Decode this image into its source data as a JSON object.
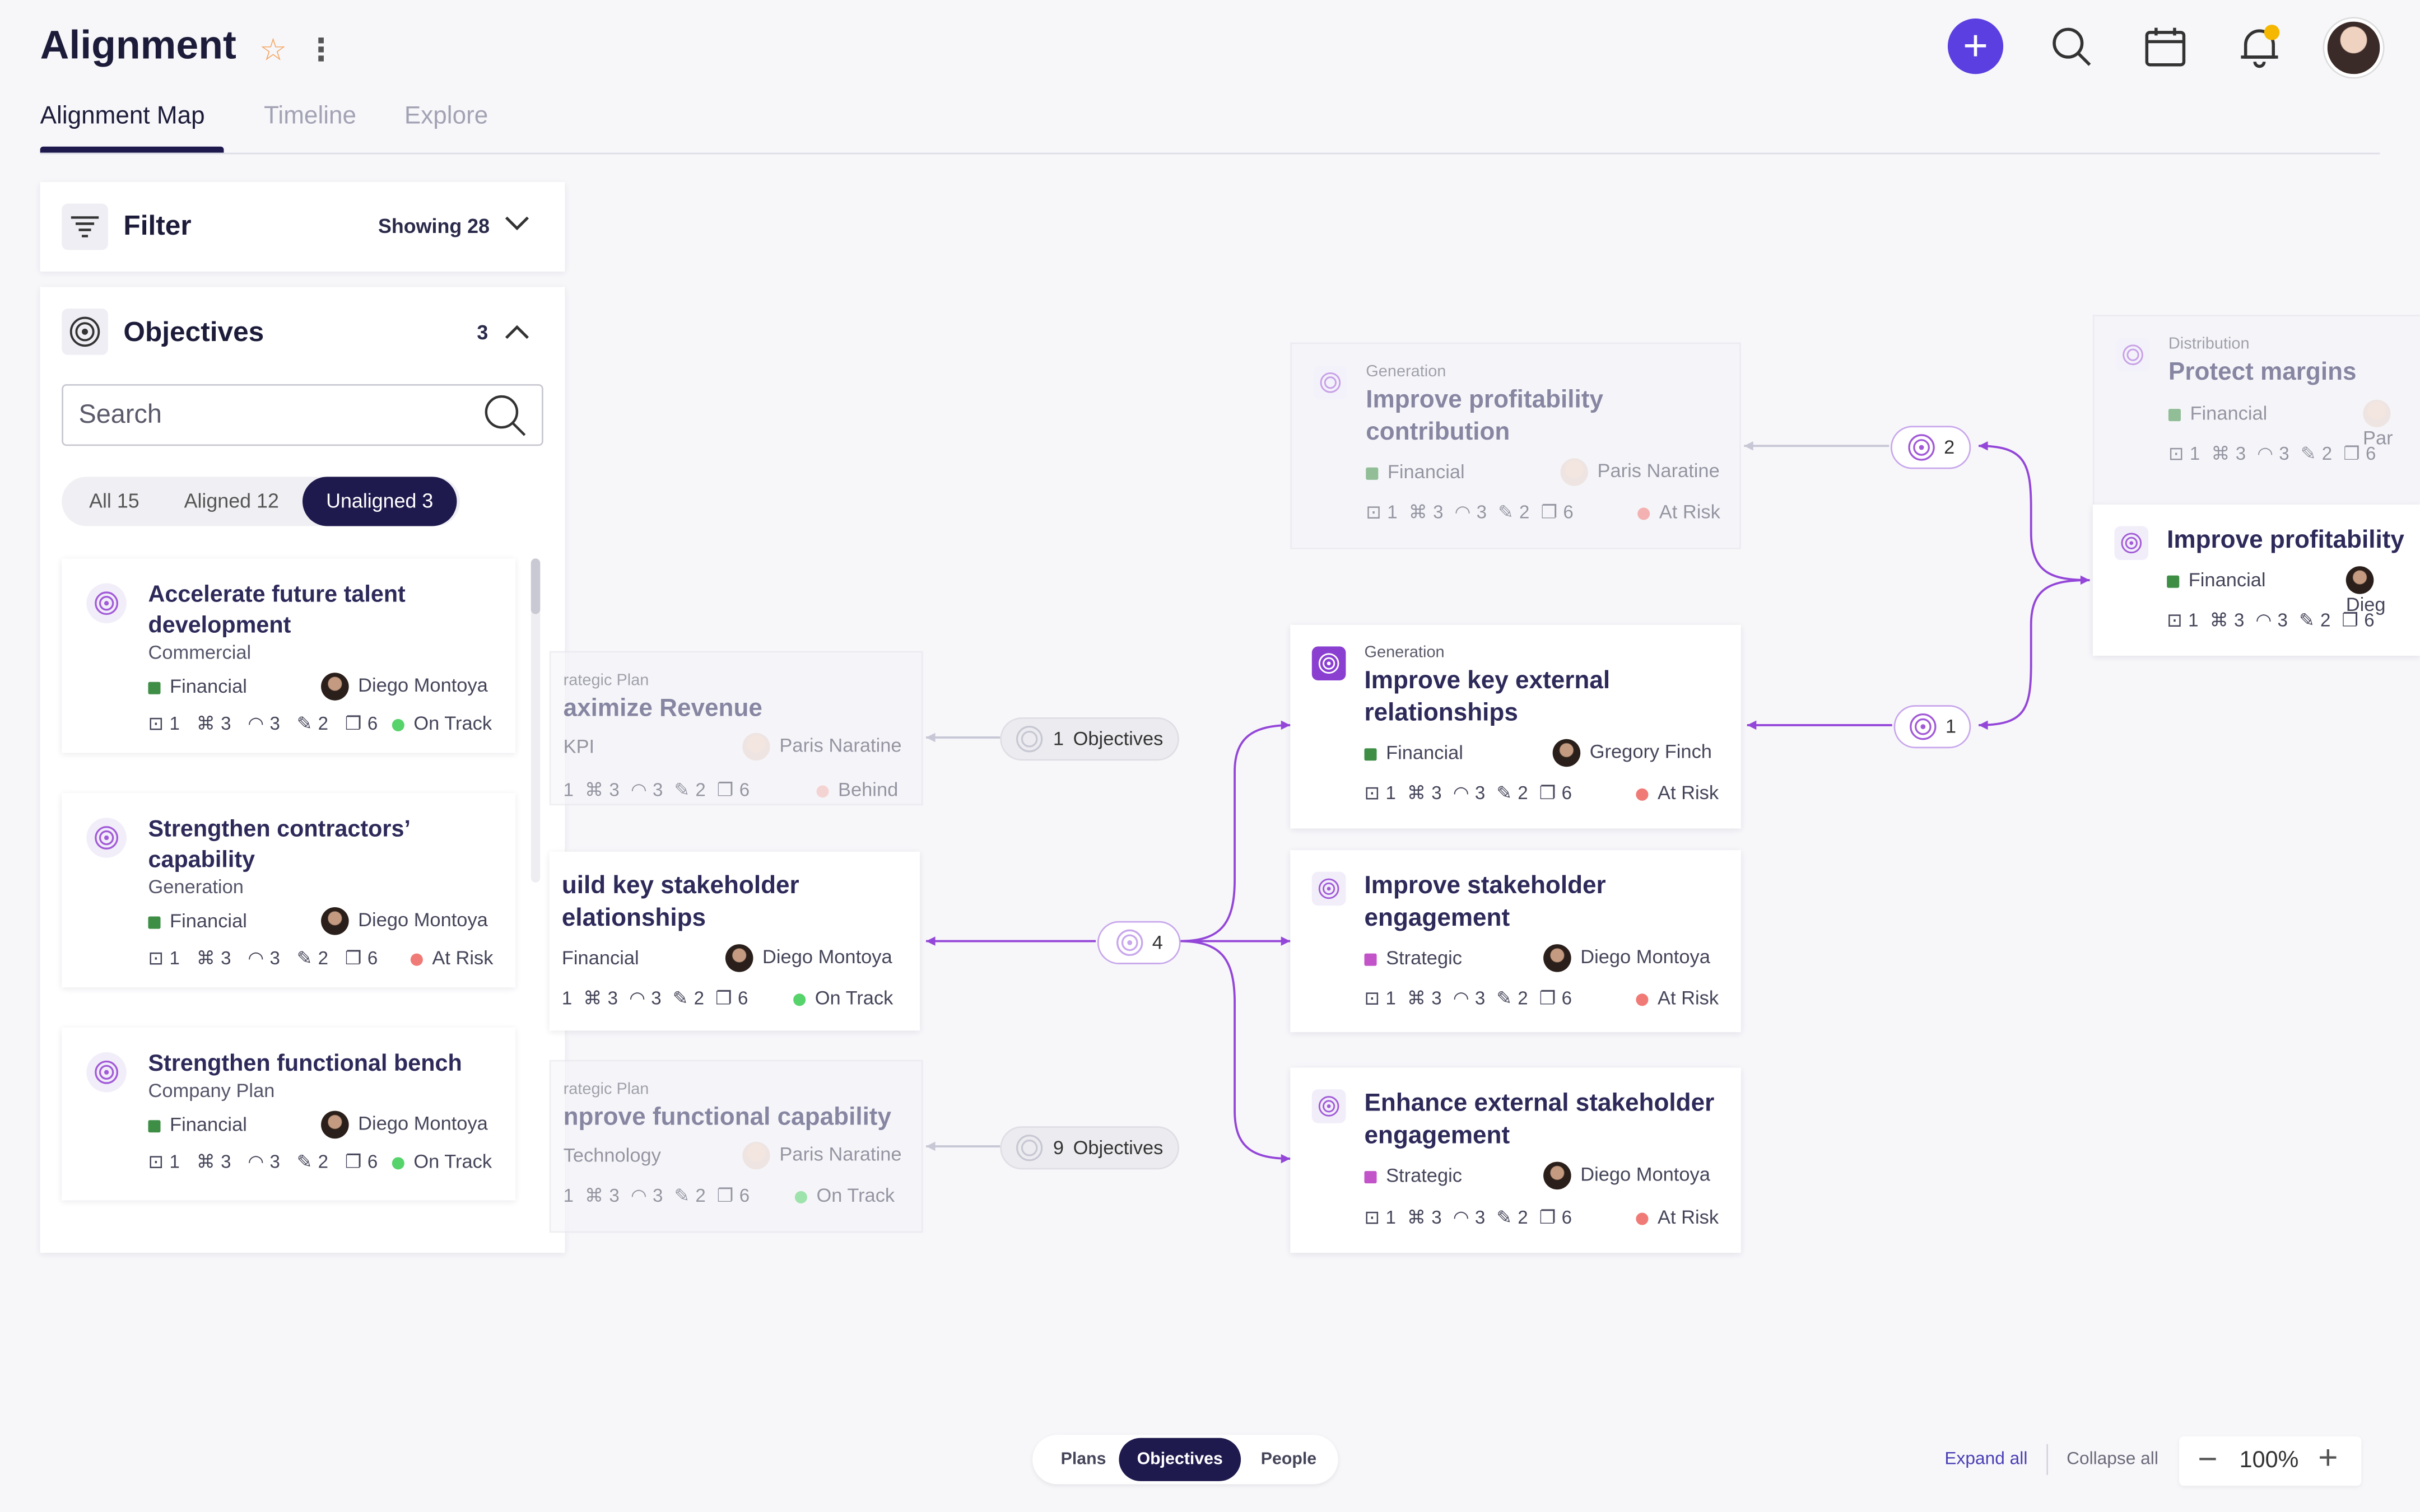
{
  "header": {
    "title": "Alignment",
    "tabs": [
      {
        "label": "Alignment Map"
      },
      {
        "label": "Timeline"
      },
      {
        "label": "Explore"
      }
    ],
    "accent": "#5b3fe0",
    "notification_color": "#f5b700"
  },
  "filter": {
    "label": "Filter",
    "showing": "Showing 28"
  },
  "objectives_panel": {
    "title": "Objectives",
    "count": "3",
    "search_placeholder": "Search",
    "segments": [
      {
        "label": "All 15"
      },
      {
        "label": "Aligned 12"
      },
      {
        "label": "Unaligned 3"
      }
    ],
    "items": [
      {
        "title": "Accelerate future talent development",
        "subtitle": "Commercial",
        "category": "Financial",
        "owner": "Diego Montoya",
        "counts": [
          "1",
          "3",
          "3",
          "2",
          "6"
        ],
        "status": "On Track"
      },
      {
        "title": "Strengthen contractors’ capability",
        "subtitle": "Generation",
        "category": "Financial",
        "owner": "Diego Montoya",
        "counts": [
          "1",
          "3",
          "3",
          "2",
          "6"
        ],
        "status": "At Risk"
      },
      {
        "title": "Strengthen functional bench",
        "subtitle": "Company Plan",
        "category": "Financial",
        "owner": "Diego Montoya",
        "counts": [
          "1",
          "3",
          "3",
          "2",
          "6"
        ],
        "status": "On Track"
      }
    ]
  },
  "map": {
    "cards": [
      {
        "pre": "Generation",
        "title": "Improve profitability contribution",
        "category": "Financial",
        "owner": "Paris Naratine",
        "counts": [
          "1",
          "3",
          "3",
          "2",
          "6"
        ],
        "status": "At Risk"
      },
      {
        "pre": "Distribution",
        "title": "Protect margins",
        "category": "Financial",
        "owner": "Par",
        "counts": [
          "1",
          "3",
          "3",
          "2",
          "6"
        ],
        "status": ""
      },
      {
        "pre": "",
        "title": "Improve profitability",
        "category": "Financial",
        "owner": "Dieg",
        "counts": [
          "1",
          "3",
          "3",
          "2",
          "6"
        ],
        "status": ""
      },
      {
        "pre": "rategic Plan",
        "title": "aximize Revenue",
        "category": "KPI",
        "owner": "Paris Naratine",
        "counts": [
          "1",
          "3",
          "3",
          "2",
          "6"
        ],
        "status": "Behind"
      },
      {
        "pre": "Generation",
        "title": "Improve key external relationships",
        "category": "Financial",
        "owner": "Gregory Finch",
        "counts": [
          "1",
          "3",
          "3",
          "2",
          "6"
        ],
        "status": "At Risk"
      },
      {
        "pre": "",
        "title": "uild key stakeholder elationships",
        "category": "Financial",
        "owner": "Diego Montoya",
        "counts": [
          "1",
          "3",
          "3",
          "2",
          "6"
        ],
        "status": "On Track"
      },
      {
        "pre": "",
        "title": "Improve stakeholder engagement",
        "category": "Strategic",
        "owner": "Diego Montoya",
        "counts": [
          "1",
          "3",
          "3",
          "2",
          "6"
        ],
        "status": "At Risk"
      },
      {
        "pre": "rategic Plan",
        "title": "nprove functional capability",
        "category": "Technology",
        "owner": "Paris Naratine",
        "counts": [
          "1",
          "3",
          "3",
          "2",
          "6"
        ],
        "status": "On Track"
      },
      {
        "pre": "",
        "title": "Enhance external stakeholder engagement",
        "category": "Strategic",
        "owner": "Diego Montoya",
        "counts": [
          "1",
          "3",
          "3",
          "2",
          "6"
        ],
        "status": "At Risk"
      }
    ],
    "pills": [
      {
        "count": "2",
        "label": ""
      },
      {
        "count": "1",
        "label": "Objectives"
      },
      {
        "count": "1",
        "label": ""
      },
      {
        "count": "4",
        "label": ""
      },
      {
        "count": "9",
        "label": "Objectives"
      }
    ],
    "colors": {
      "financial": "#3e8e46",
      "strategic": "#c353c8",
      "kpi": "#b9b9c6",
      "on_track": "#56d36a",
      "at_risk": "#f07a76",
      "behind": "#f2b9b2",
      "connector": "#9446d8"
    }
  },
  "bottom": {
    "segments": [
      {
        "label": "Plans"
      },
      {
        "label": "Objectives"
      },
      {
        "label": "People"
      }
    ],
    "expand": "Expand all",
    "collapse": "Collapse all",
    "zoom": "100%"
  }
}
